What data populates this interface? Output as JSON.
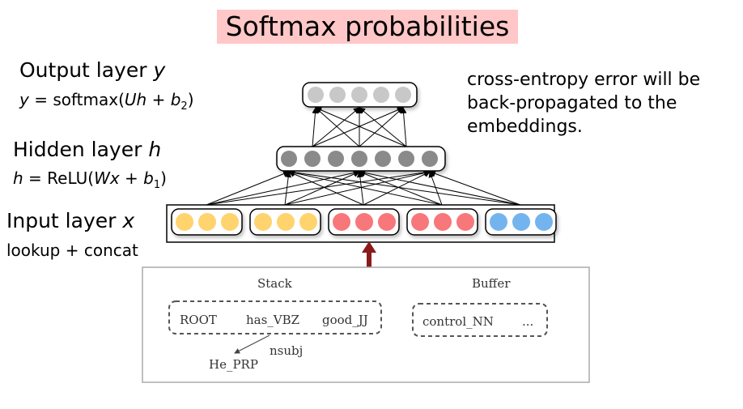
{
  "title": "Softmax probabilities",
  "output_layer": {
    "name": "Output layer",
    "var": "y",
    "eq_lhs": "y",
    "eq_mid": " = softmax(",
    "eq_var": "Uh",
    "eq_plus": " + ",
    "eq_b": "b",
    "eq_sub": "2",
    "eq_close": ")"
  },
  "hidden_layer": {
    "name": "Hidden layer",
    "var": "h",
    "eq_lhs": "h",
    "eq_mid": " = ReLU(",
    "eq_var": "Wx",
    "eq_plus": " + ",
    "eq_b": "b",
    "eq_sub": "1",
    "eq_close": ")"
  },
  "input_layer": {
    "name": "Input layer",
    "var": "x",
    "sub": "lookup + concat"
  },
  "note": [
    "cross-entropy error will be",
    "back-propagated to the",
    "embeddings."
  ],
  "parser": {
    "stack_label": "Stack",
    "buffer_label": "Buffer",
    "stack_items": [
      "ROOT",
      "has_VBZ",
      "good_JJ"
    ],
    "buffer_items": [
      "control_NN",
      "..."
    ],
    "dependent": "He_PRP",
    "arc_label": "nsubj"
  },
  "colors": {
    "title_bg": "#ffc7c7",
    "output": "#c8c8c8",
    "hidden": "#8a8a8a",
    "yellow": "#ffd36e",
    "red": "#f7777a",
    "blue": "#74b4ee",
    "arrow": "#8b1a1a"
  },
  "network": {
    "output_units": 5,
    "hidden_units": 7,
    "input_groups": [
      "yellow",
      "yellow",
      "red",
      "red",
      "blue"
    ],
    "units_per_group": 3
  }
}
